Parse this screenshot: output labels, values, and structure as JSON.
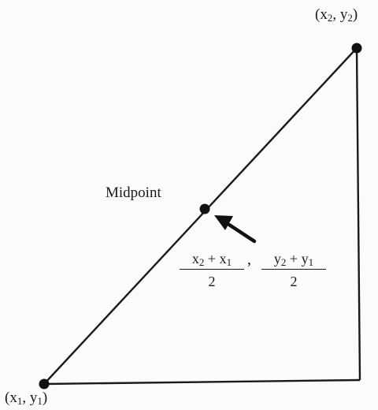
{
  "labels": {
    "point1": {
      "name": "(x",
      "sub_x": "1",
      "sep": ", y",
      "sub_y": "1",
      "close": ")"
    },
    "point2": {
      "name": "(x",
      "sub_x": "2",
      "sep": ", y",
      "sub_y": "2",
      "close": ")"
    },
    "midpoint": "Midpoint"
  },
  "formula": {
    "x_num": {
      "a": "x",
      "a_sub": "2",
      "op": " + x",
      "b_sub": "1"
    },
    "x_den": "2",
    "separator": ",",
    "y_num": {
      "a": "y",
      "a_sub": "2",
      "op": " + y",
      "b_sub": "1"
    },
    "y_den": "2"
  }
}
